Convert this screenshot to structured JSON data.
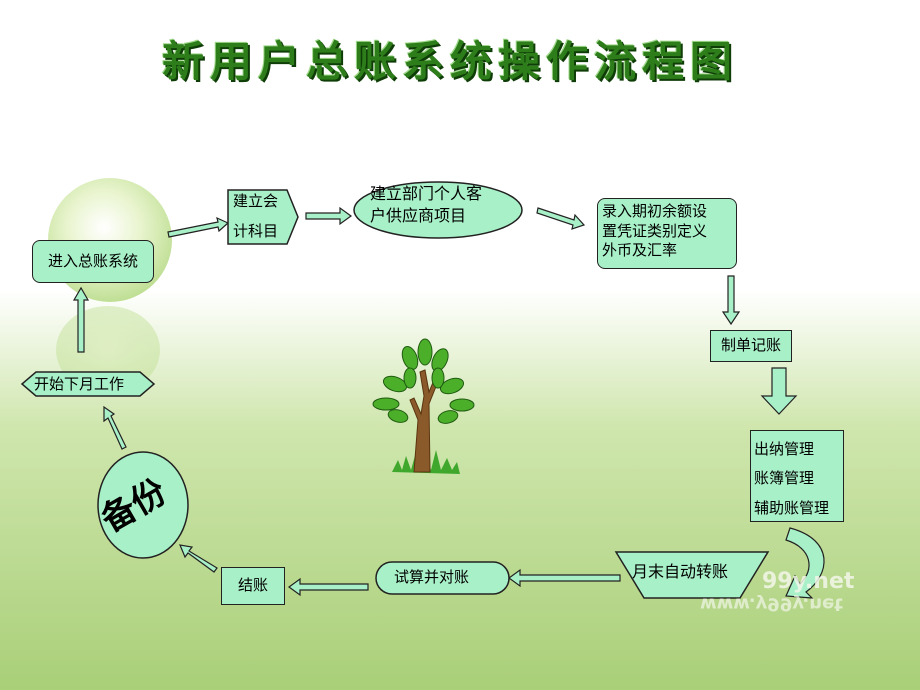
{
  "title": "新用户总账系统操作流程图",
  "nodes": {
    "enter": "进入总账系统",
    "build_acct_1": "建立会",
    "build_acct_2": "计科目",
    "build_dept_1": "建立部门个人客",
    "build_dept_2": "户供应商项目",
    "entry_1": "录入期初余额设",
    "entry_2": "置凭证类别定义",
    "entry_3": "外币及汇率",
    "voucher": "制单记账",
    "mgmt_1": "出纳管理",
    "mgmt_2": "账簿管理",
    "mgmt_3": "辅助账管理",
    "transfer": "月末自动转账",
    "trial": "试算并对账",
    "close": "结账",
    "backup": "备份",
    "next_month": "开始下月工作"
  },
  "watermark": {
    "line_1": "99y.net",
    "line_2": "www.y99y.net"
  },
  "colors": {
    "box_fill": "#a8f0c8",
    "title_green": "#2e7d1b",
    "bg_green": "#b7d98a"
  },
  "icons": [
    "tree-icon",
    "curved-arrow-icon"
  ]
}
